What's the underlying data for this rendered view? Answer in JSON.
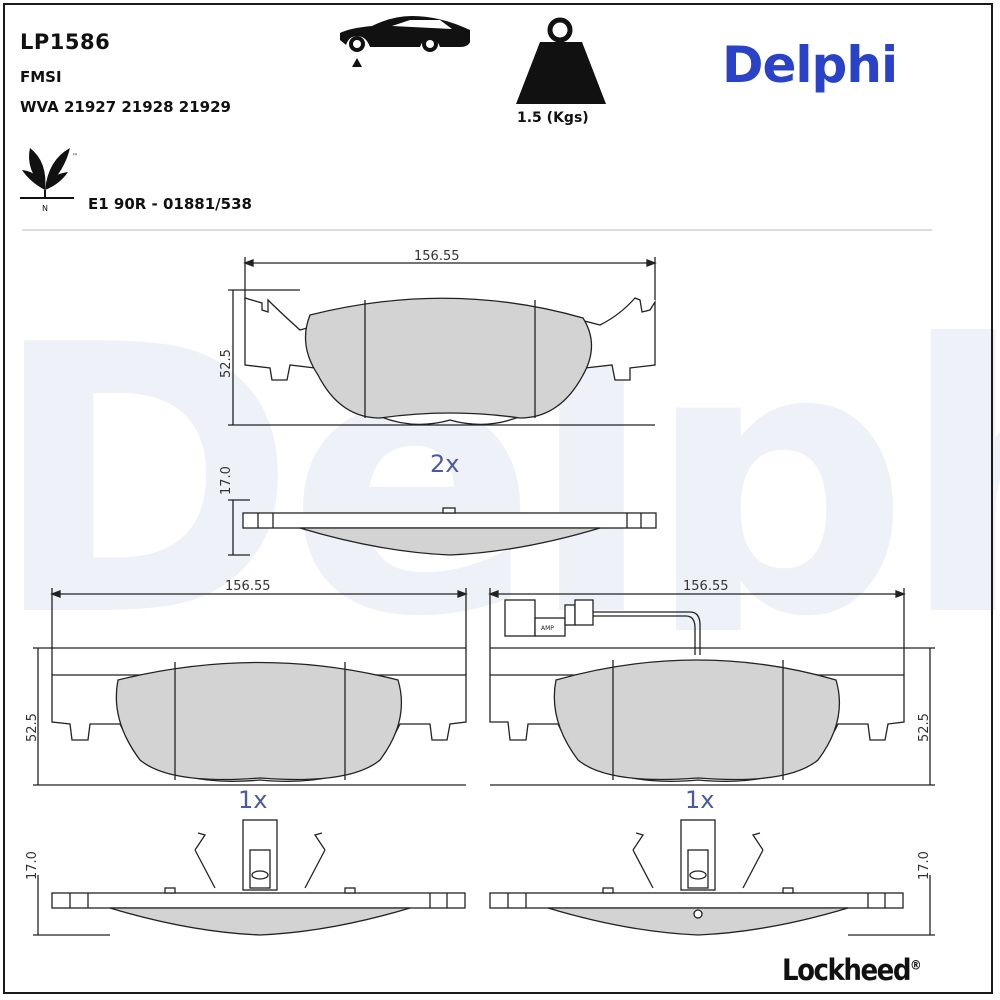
{
  "header": {
    "part_number": "LP1586",
    "fmsi_label": "FMSI",
    "wva_line": "WVA 21927 21928 21929",
    "ece_approval": "E1 90R - 01881/538",
    "weight_label": "1.5 (Kgs)",
    "eco_mark_letter": "N",
    "eco_mark_tm": "™"
  },
  "brand": {
    "logo": "Delphi",
    "color": "#2942c8",
    "watermark": "Delphi",
    "watermark_color": "#eef1f8"
  },
  "footer": {
    "brand": "Lockheed",
    "registered": "®"
  },
  "drawings": {
    "top_pad": {
      "width_dim": "156.55",
      "height_dim": "52.5",
      "quantity": "2x",
      "thickness_dim": "17.0"
    },
    "left_pad": {
      "width_dim": "156.55",
      "height_dim": "52.5",
      "quantity": "1x",
      "thickness_dim": "17.0"
    },
    "right_pad": {
      "width_dim": "156.55",
      "height_dim": "52.5",
      "quantity": "1x",
      "thickness_dim": "17.0",
      "sensor_connector_text": "AMP"
    }
  },
  "icons": {
    "vehicle": "car-front-axle-icon",
    "weight": "weight-icon",
    "eco": "eco-leaf-icon"
  },
  "colors": {
    "friction_material": "#d3d3d3",
    "line": "#222222"
  }
}
